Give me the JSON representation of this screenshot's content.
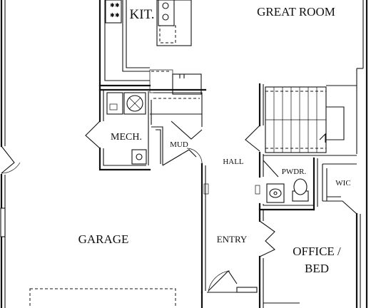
{
  "rooms": {
    "kitchen": "KIT.",
    "great_room": "GREAT ROOM",
    "mech": "MECH.",
    "mud": "MUD",
    "hall": "HALL",
    "powder": "PWDR.",
    "wic": "WIC",
    "garage": "GARAGE",
    "entry": "ENTRY",
    "office_line1": "OFFICE /",
    "office_line2": "BED"
  }
}
